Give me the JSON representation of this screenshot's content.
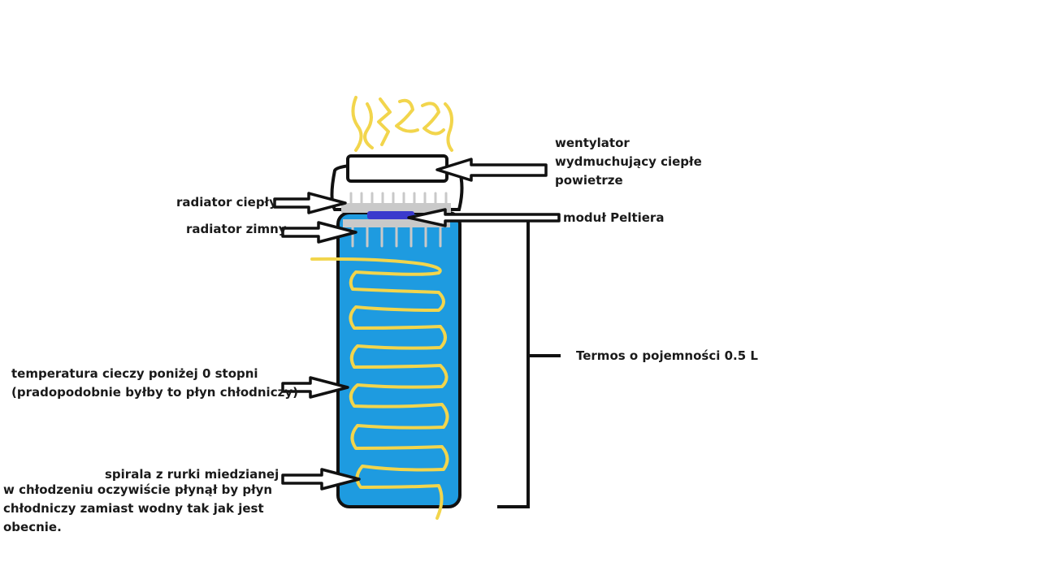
{
  "colors": {
    "liquid": "#1e9be0",
    "outline": "#111111",
    "spiral": "#f2d54c",
    "heat": "#f2d54c",
    "radiator": "#c9c9c9",
    "peltier": "#3a3acd"
  },
  "labels": {
    "fan_line1": "wentylator",
    "fan_line2": "wydmuchujący ciepłe",
    "fan_line3": "powietrze",
    "hot_radiator": "radiator ciepły",
    "cold_radiator": "radiator zimny",
    "peltier": "moduł Peltiera",
    "thermos": "Termos o pojemności 0.5 L",
    "liquid_line1": "temperatura cieczy poniżej 0 stopni",
    "liquid_line2": "(pradopodobnie byłby to płyn chłodniczy)",
    "spiral": "spirala z rurki miedzianej",
    "note_line1": "w chłodzeniu oczywiście płynął by płyn",
    "note_line2": "chłodniczy zamiast wodny tak jak jest",
    "note_line3": "obecnie."
  }
}
